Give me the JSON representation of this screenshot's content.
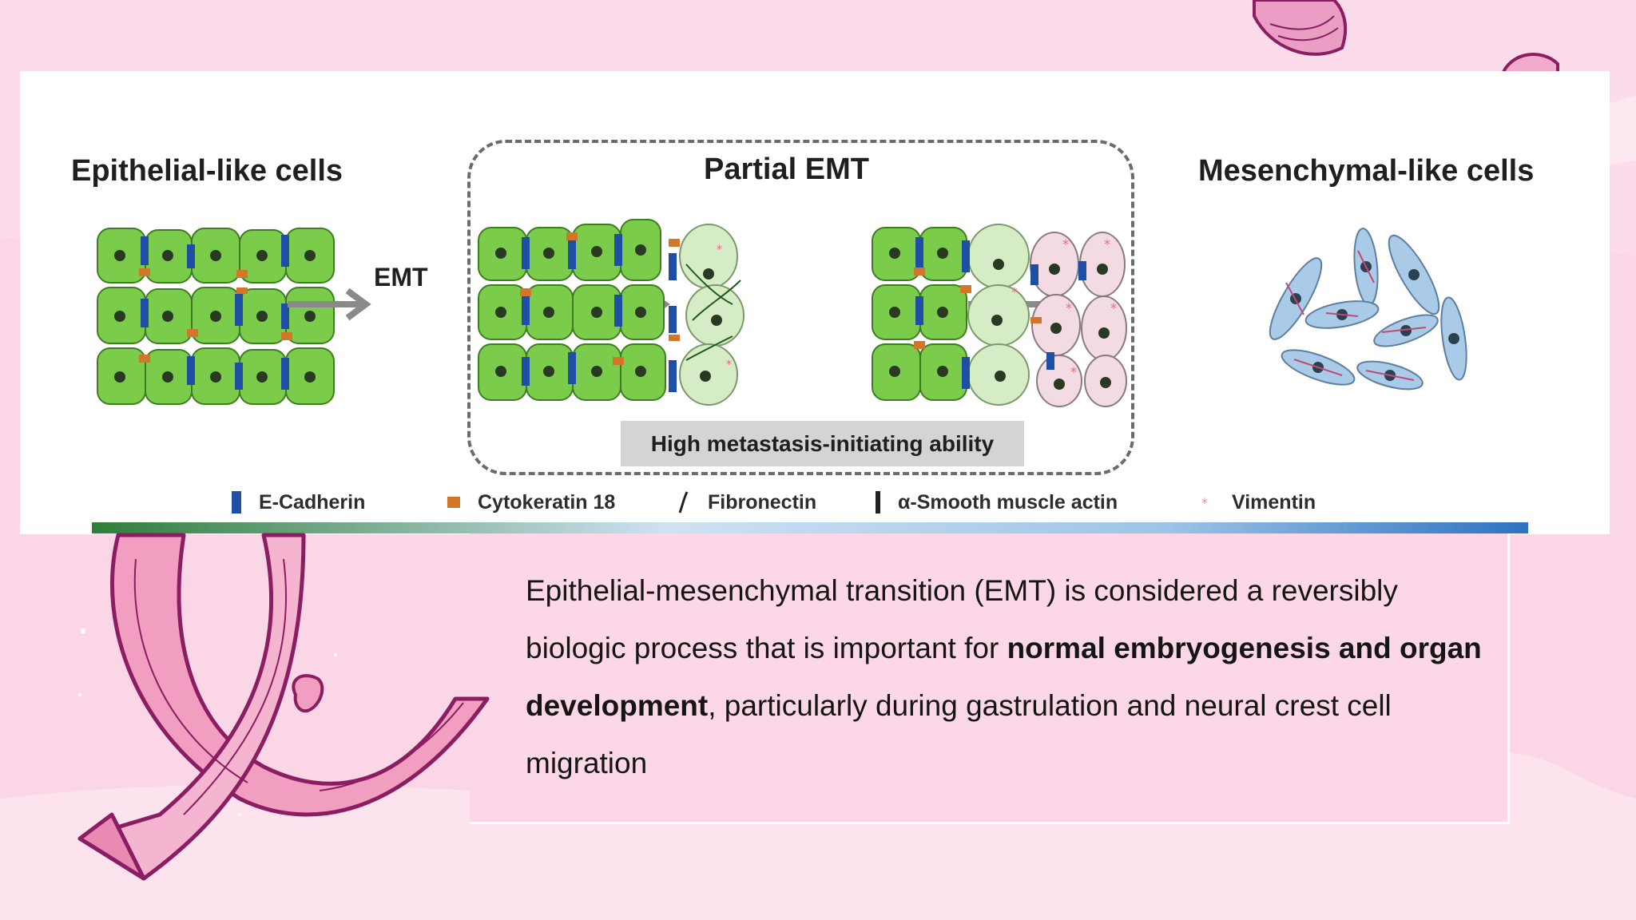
{
  "figure": {
    "heading_epithelial": "Epithelial-like cells",
    "heading_partial": "Partial EMT",
    "heading_mesenchymal": "Mesenchymal-like cells",
    "emt_arrow_label": "EMT",
    "high_label": "High metastasis-initiating ability",
    "legend": [
      {
        "label": "E-Cadherin",
        "icon": "blue-bar"
      },
      {
        "label": "Cytokeratin 18",
        "icon": "orange-square"
      },
      {
        "label": "Fibronectin",
        "icon": "slash"
      },
      {
        "label": "α-Smooth muscle actin",
        "icon": "black-bar"
      },
      {
        "label": "Vimentin",
        "icon": "pink-star"
      }
    ]
  },
  "description": {
    "part1": "Epithelial-mesenchymal transition (EMT) is considered a reversibly biologic process that is important for ",
    "bold": "normal embryogenesis and organ development",
    "part2": ", particularly during gastrulation and neural crest cell migration"
  },
  "colors": {
    "background": "#fbd6e6",
    "ribbon": "#f19ec1",
    "ribbon_outline": "#8b1d63",
    "cell_green": "#7acc4a",
    "cell_light_green": "#d6ecc6",
    "e_cadherin": "#1e4fa4",
    "cytokeratin": "#d2762a",
    "mesenchymal_blue": "#a9cbe8"
  }
}
